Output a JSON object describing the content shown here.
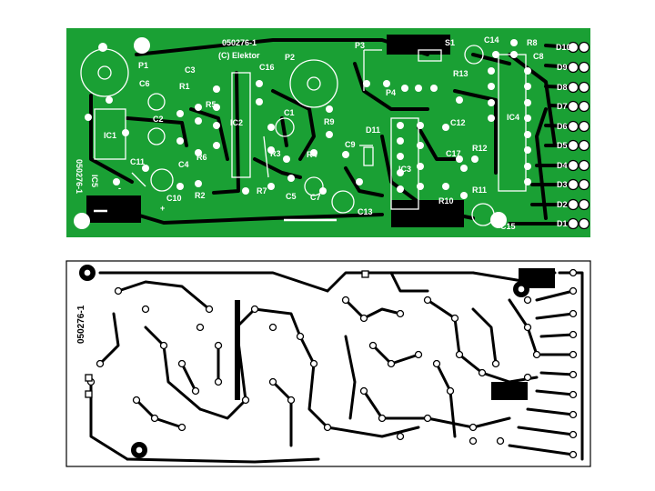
{
  "colors": {
    "board": "#1aa034",
    "copper": "#000000",
    "silk": "#ffffff",
    "paper": "#ffffff"
  },
  "component_board": {
    "board_id": "050276-1",
    "copyright": "(C) Elektor",
    "vertical_id": "050276-1",
    "labels": {
      "P1": "P1",
      "P2": "P2",
      "P3": "P3",
      "P4": "P4",
      "C1": "C1",
      "C2": "C2",
      "C3": "C3",
      "C4": "C4",
      "C5": "C5",
      "C6": "C6",
      "C7": "C7",
      "C8": "C8",
      "C9": "C9",
      "C10": "C10",
      "C11": "C11",
      "C12": "C12",
      "C13": "C13",
      "C14": "C14",
      "C15": "C15",
      "C16": "C16",
      "C17": "C17",
      "R1": "R1",
      "R2": "R2",
      "R3": "R3",
      "R4": "R4",
      "R5": "R5",
      "R6": "R6",
      "R7": "R7",
      "R8": "R8",
      "R9": "R9",
      "R10": "R10",
      "R11": "R11",
      "R12": "R12",
      "R13": "R13",
      "IC1": "IC1",
      "IC2": "IC2",
      "IC3": "IC3",
      "IC4": "IC4",
      "IC5": "IC5",
      "S1": "S1",
      "D11": "D11",
      "D1": "D1",
      "D2": "D2",
      "D3": "D3",
      "D4": "D4",
      "D5": "D5",
      "D6": "D6",
      "D7": "D7",
      "D8": "D8",
      "D9": "D9",
      "D10": "D10",
      "plus": "+",
      "minus": "-"
    }
  },
  "solder_side": {
    "board_id": "050276-1"
  }
}
